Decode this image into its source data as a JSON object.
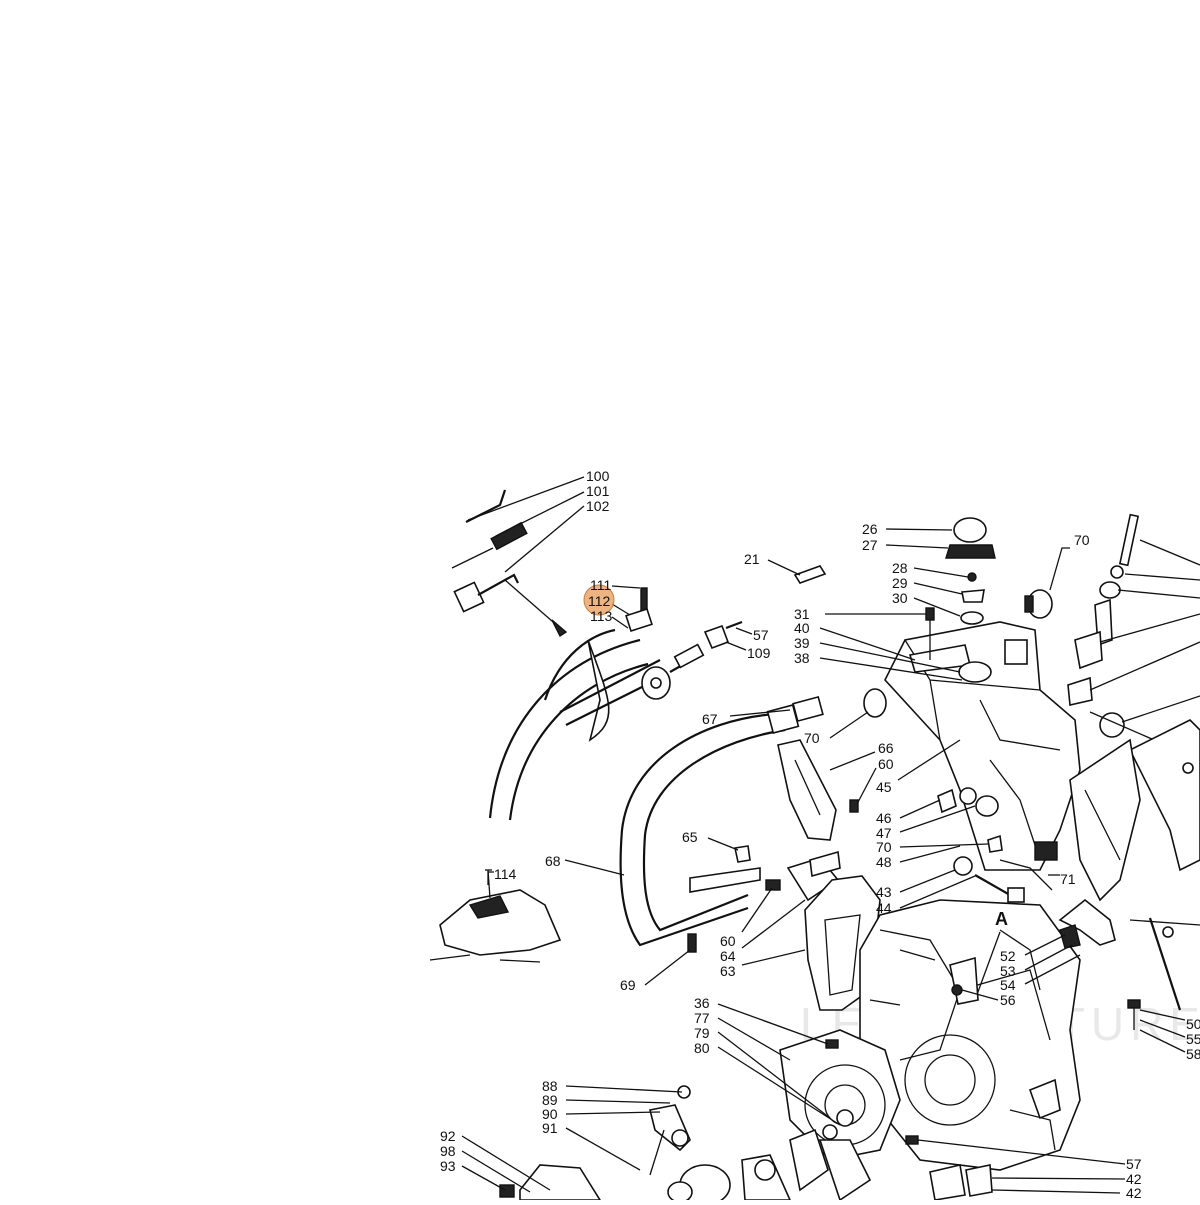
{
  "diagram": {
    "highlight_label": "112",
    "highlight_color": "#e8a060",
    "watermark": "LEADVENTURE",
    "section_letter": "A"
  },
  "labels": [
    "100",
    "101",
    "102",
    "111",
    "112",
    "113",
    "114",
    "21",
    "26",
    "27",
    "28",
    "29",
    "30",
    "31",
    "40",
    "39",
    "38",
    "57",
    "109",
    "67",
    "70",
    "70",
    "66",
    "60",
    "45",
    "46",
    "47",
    "70",
    "48",
    "65",
    "68",
    "71",
    "43",
    "44",
    "60",
    "64",
    "63",
    "69",
    "52",
    "53",
    "54",
    "56",
    "36",
    "77",
    "79",
    "80",
    "88",
    "89",
    "90",
    "91",
    "92",
    "98",
    "93",
    "57",
    "42",
    "42",
    "50",
    "55",
    "58"
  ]
}
